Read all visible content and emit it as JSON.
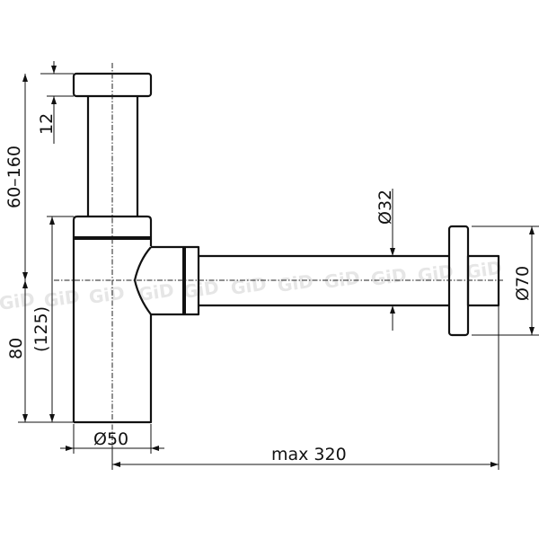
{
  "diagram": {
    "subject": "bottle trap (sink siphon) technical drawing",
    "watermark": "GiD",
    "colors": {
      "line": "#111111",
      "watermark": "#e6e6e6",
      "background": "#ffffff"
    },
    "dimensions": {
      "cap_height": "12",
      "upper_height_range": "60–160",
      "lower_height": "80",
      "total_body_height": "(125)",
      "body_diameter": "Ø50",
      "pipe_diameter": "Ø32",
      "flange_diameter": "Ø70",
      "max_length": "max 320"
    }
  }
}
